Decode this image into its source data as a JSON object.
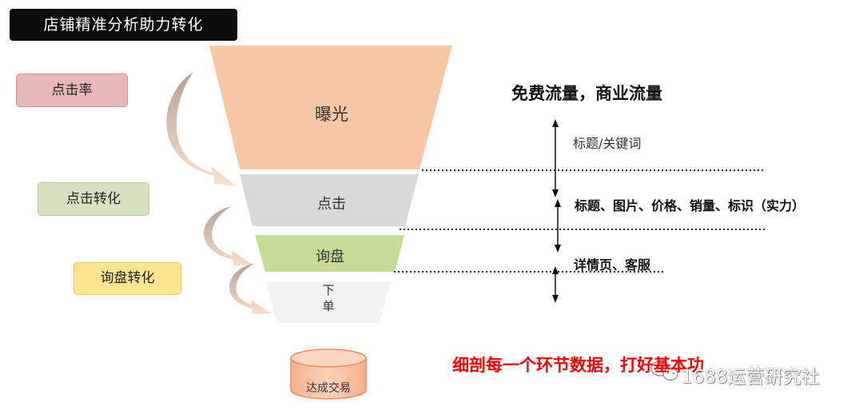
{
  "title": "店铺精准分析助力转化",
  "rates": {
    "ctr": "点击率",
    "click_conversion": "点击转化",
    "inquiry_conversion": "询盘转化"
  },
  "funnel": {
    "exposure": "曝光",
    "click": "点击",
    "inquiry": "询盘",
    "order_line1": "下",
    "order_line2": "单",
    "deal": "达成交易"
  },
  "annotations": {
    "traffic": "免费流量，商业流量",
    "title_keywords": "标题/关键词",
    "listing_factors": "标题、图片、价格、销量、标识（实力）",
    "detail_service": "详情页、客服"
  },
  "footer_note": "细剖每一个环节数据，打好基本功",
  "watermark": "1688运营研究社",
  "colors": {
    "exposure": "#f8c7a5",
    "click": "#d9d9d9",
    "inquiry": "#c4dc96",
    "order": "#f2f2f2",
    "deal": "#fbc0a0",
    "accent_red": "#ff0000"
  }
}
